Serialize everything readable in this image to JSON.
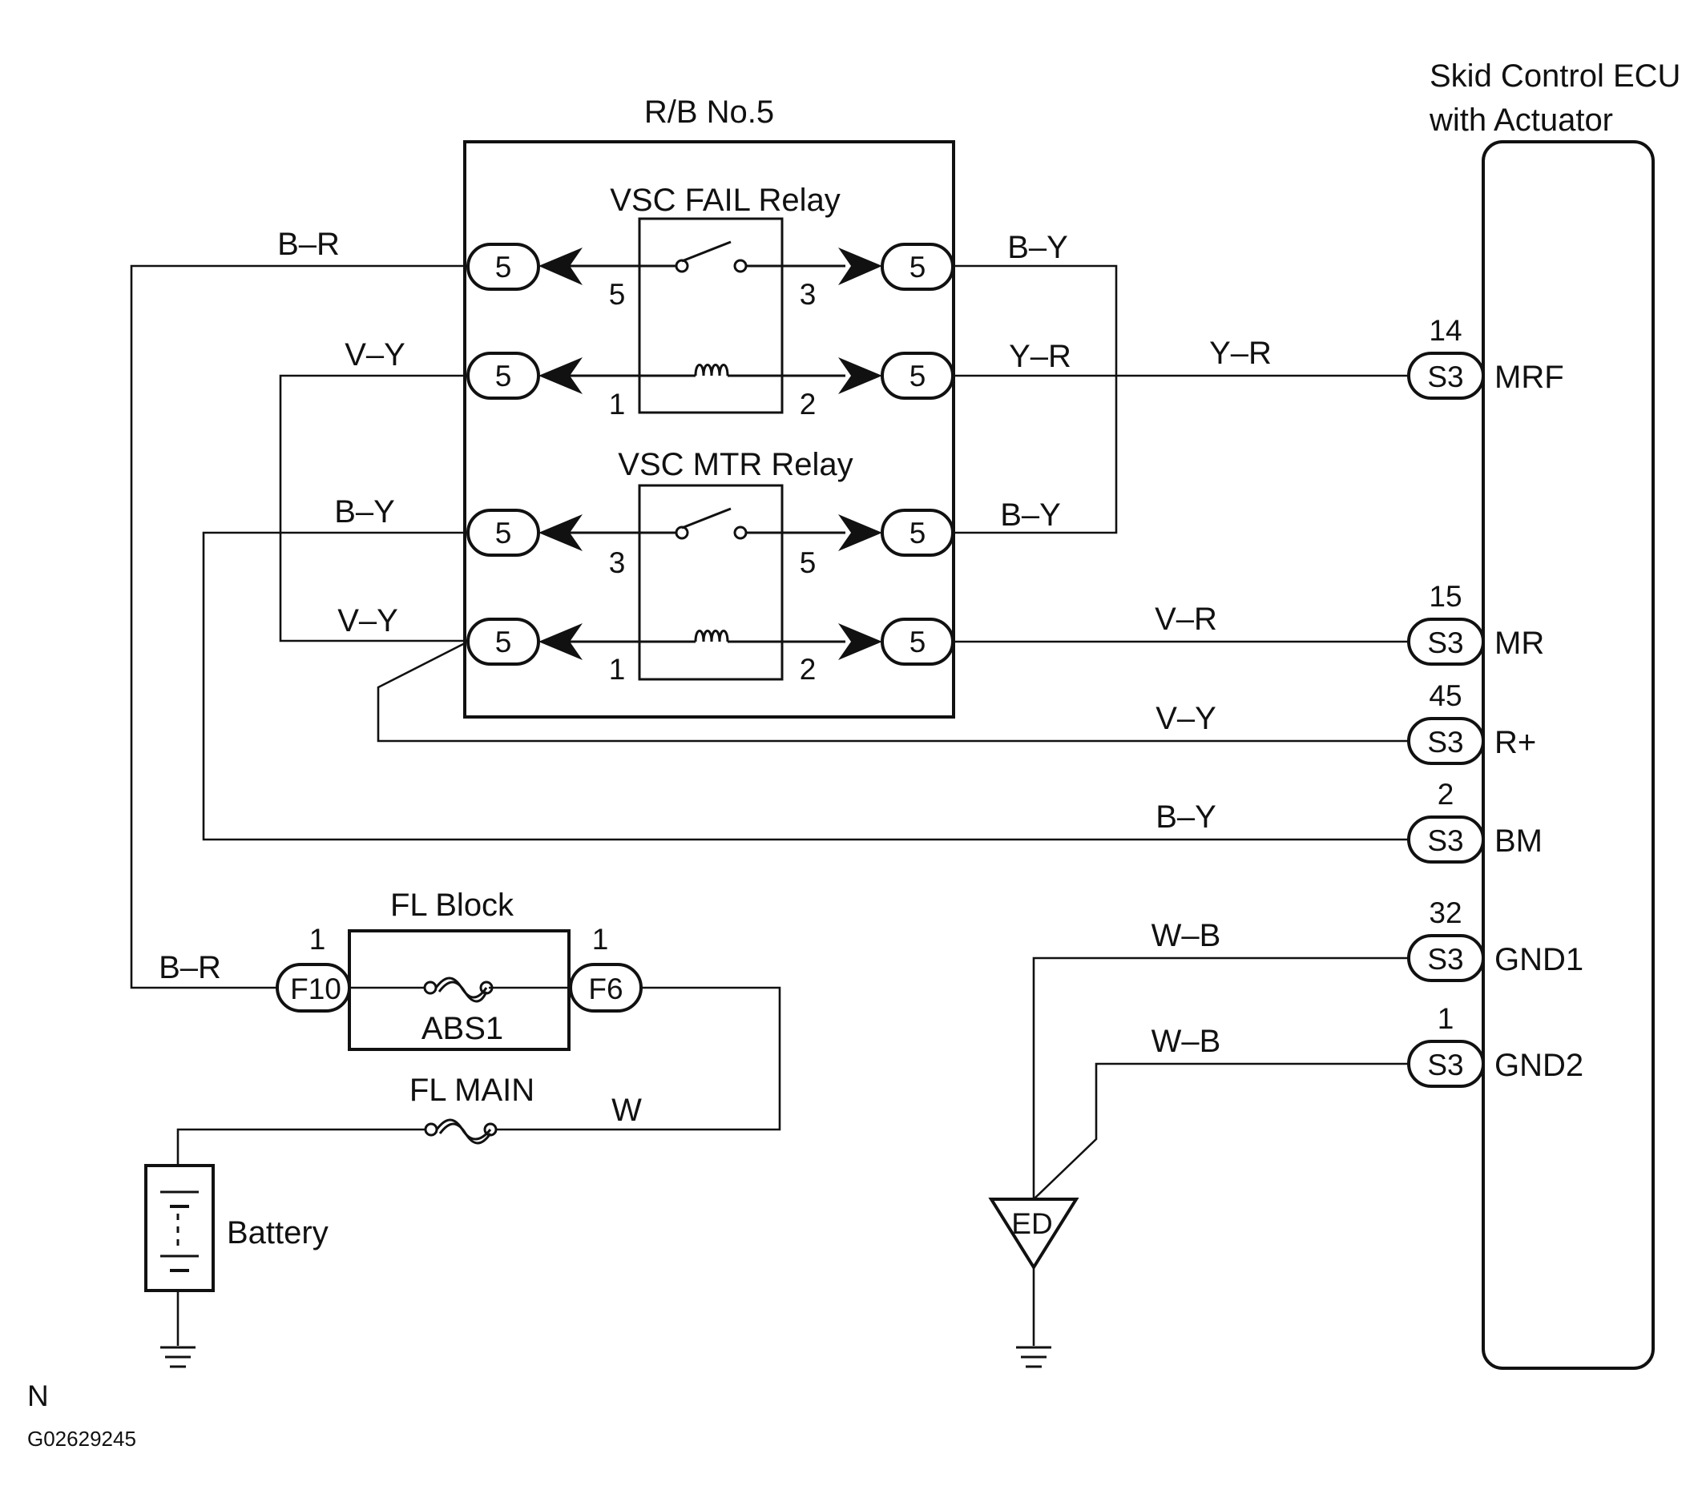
{
  "relay_block": {
    "title": "R/B No.5",
    "relay1_title": "VSC FAIL Relay",
    "relay2_title": "VSC MTR Relay",
    "connector_label": "5",
    "relay1_pins": [
      "5",
      "3",
      "1",
      "2"
    ],
    "relay2_pins": [
      "3",
      "5",
      "1",
      "2"
    ]
  },
  "ecu": {
    "title_line1": "Skid Control ECU",
    "title_line2": "with Actuator",
    "terminals": [
      {
        "pin": "14",
        "connector": "S3",
        "name": "MRF",
        "wire": "Y–R"
      },
      {
        "pin": "15",
        "connector": "S3",
        "name": "MR",
        "wire": "V–R"
      },
      {
        "pin": "45",
        "connector": "S3",
        "name": "R+",
        "wire": "V–Y"
      },
      {
        "pin": "2",
        "connector": "S3",
        "name": "BM",
        "wire": "B–Y"
      },
      {
        "pin": "32",
        "connector": "S3",
        "name": "GND1",
        "wire": "W–B"
      },
      {
        "pin": "1",
        "connector": "S3",
        "name": "GND2",
        "wire": "W–B"
      }
    ]
  },
  "wires": {
    "left_top": "B–R",
    "left_2": "V–Y",
    "left_3": "B–Y",
    "left_4": "V–Y",
    "right_top": "B–Y",
    "right_2": "Y–R",
    "right_3": "B–Y",
    "battery_feed": "B–R",
    "main_feed": "W"
  },
  "fl_block": {
    "title": "FL Block",
    "fuse": "ABS1",
    "left_pin": "1",
    "left_connector": "F10",
    "right_pin": "1",
    "right_connector": "F6"
  },
  "fl_main": {
    "label": "FL MAIN"
  },
  "battery": {
    "label": "Battery"
  },
  "ground_point": {
    "label": "ED"
  },
  "footer": {
    "letter": "N",
    "code": "G02629245"
  }
}
